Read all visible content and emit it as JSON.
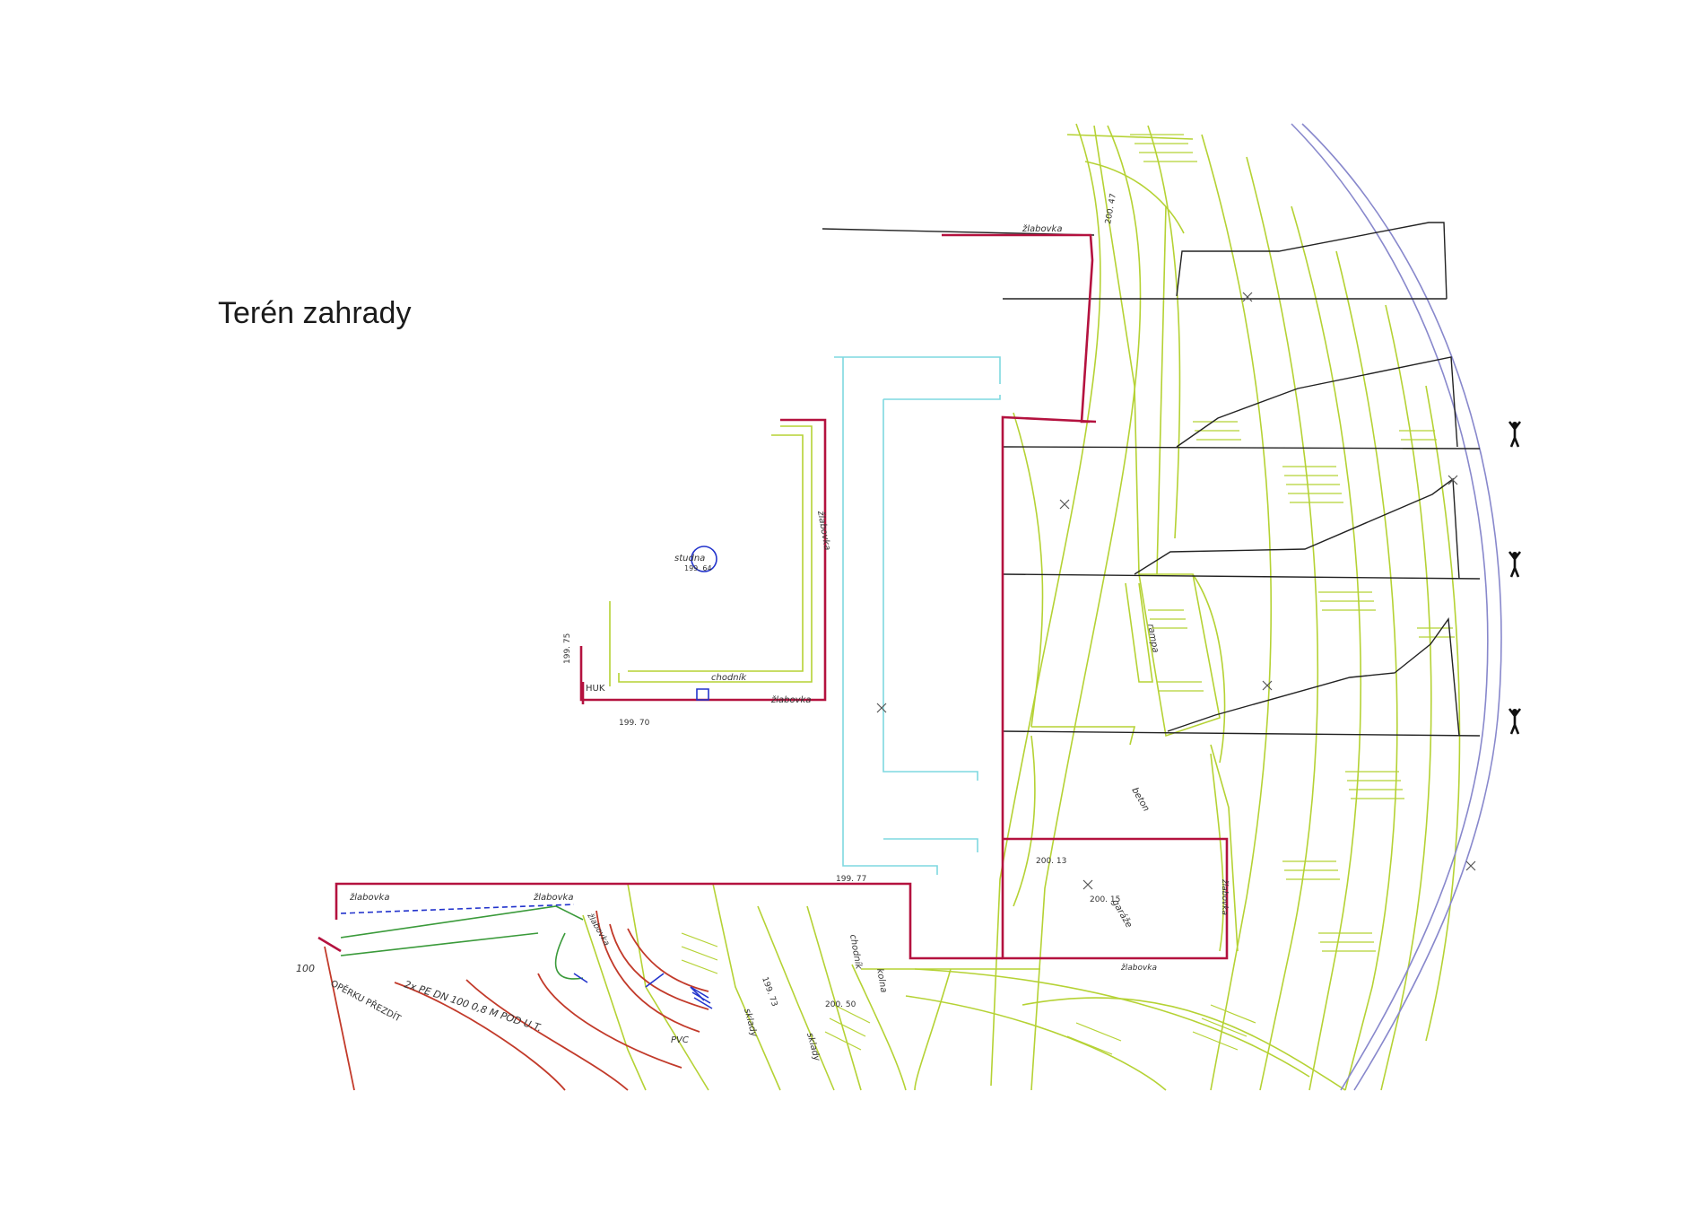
{
  "title": "Terén zahrady",
  "colors": {
    "terrain": "#b5d234",
    "boundary": "#b4123f",
    "cyan": "#7fd8e0",
    "black": "#222222",
    "road": "#8888cc",
    "contour": "#c23a2a",
    "green": "#3a9a3a",
    "blue": "#2233cc"
  },
  "icons": [
    "person-icon",
    "person-icon",
    "person-icon"
  ],
  "labels": {
    "zlabovka1": "žlabovka",
    "zlabovka2": "žlabovka",
    "zlabovka3": "žlabovka",
    "zlabovka4": "žlabovka",
    "zlabovka5": "žlabovka",
    "zlabovka6": "žlabovka",
    "zlabovka7": "žlabovka",
    "zlabovka8": "žlabovka",
    "studna": "studna",
    "chodnik1": "chodník",
    "chodnik2": "chodník",
    "huk": "HUK",
    "rampa": "rampa",
    "beton": "beton",
    "garaze": "garáže",
    "kolna": "kolna",
    "sklady1": "sklady",
    "sklady2": "sklady",
    "operku": "OPĚRKU PŘEZDÍT",
    "pe": "2x PE DN 100 0,8 M POD U.T.",
    "num100": "100",
    "pvc": "PVC",
    "sp1": "199. 70",
    "sp2": "199. 77",
    "sp3": "200. 13",
    "sp4": "200. 15",
    "sp5": "200. 50",
    "sp6": "199. 73",
    "sp7": "199. 75",
    "sp8": "200. 47",
    "sp9": "199. 64"
  }
}
